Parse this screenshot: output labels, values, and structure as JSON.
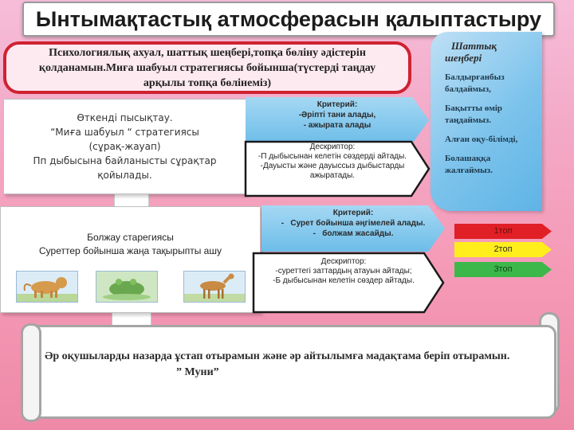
{
  "title": "Ынтымақтастық атмосферасын  қалыптастыру",
  "intro": "Психологиялық ахуал, шаттық шеңбері,топқа бөліну әдістерін қолданамын.Миға шабуыл стратегиясы бойынша(түстерді таңдау арқылы топқа бөлінеміз)",
  "banner": {
    "title": "Шаттық шеңбері",
    "items": [
      "Балдырғанбыз балдаймыз,",
      "Бақытты өмір таңдаймыз.",
      "Алған оқу-білімді,",
      "Болашаққа жалғаймыз."
    ]
  },
  "box1": {
    "lines": [
      "Өткенді пысықтау.",
      "“Миға шабуыл “ стратегиясы",
      "(сұрақ-жауап)",
      "Пп дыбысына байланысты сұрақтар",
      "қойылады."
    ]
  },
  "criterion1": {
    "lines": [
      "Критерий:",
      "-Әріпті тани алады,",
      "- ажырата алады"
    ]
  },
  "descriptor1": {
    "lines": [
      "Дескриптор:",
      "-П дыбысынан келетін сөздерді айтады.",
      "-Дауысты және дауыссыз дыбыстарды ажыратады."
    ]
  },
  "box2": {
    "lines": [
      "Болжау старегиясы",
      "Суреттер бойынша жаңа тақырыпты ашу"
    ]
  },
  "criterion2": {
    "lines": [
      "Критерий:",
      "Сурет бойынша әңгімелей алады.",
      "болжам жасайды."
    ]
  },
  "descriptor2": {
    "lines": [
      "Дескриптор:",
      "-суреттегі заттардың  атауын айтады;",
      "-Б дыбысынан келетін  сөздер айтады."
    ]
  },
  "groups": [
    "1топ",
    "2топ",
    "3топ"
  ],
  "colors": {
    "group1": "#e11f26",
    "group2": "#ffee1c",
    "group3": "#3cb84a",
    "intro_border": "#cf2231",
    "banner": "#6dbde9"
  },
  "scroll": {
    "text": "Әр оқушыларды назарда ұстап отырамын және әр айтылымға мадақтама беріп отырамын.",
    "sign": "” Муни”"
  }
}
